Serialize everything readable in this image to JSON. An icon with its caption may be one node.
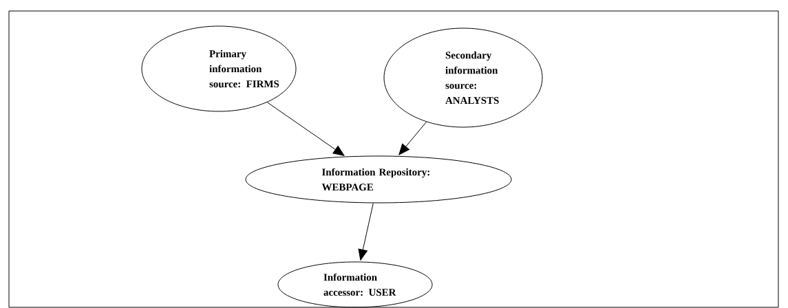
{
  "diagram": {
    "nodes": [
      {
        "text": [
          "Primary information source: FIRMS"
        ]
      },
      {
        "text": [
          "Secondary information source: ANALYSTS"
        ]
      },
      {
        "text": [
          "Information Repository: WEBPAGE"
        ]
      },
      {
        "text": [
          "Information accessor: USER"
        ]
      }
    ],
    "edges": [
      {
        "from": 0,
        "to": 2,
        "arrow": "to"
      },
      {
        "from": 1,
        "to": 2,
        "arrow": "to"
      },
      {
        "from": 2,
        "to": 3,
        "arrow": "to"
      }
    ]
  }
}
